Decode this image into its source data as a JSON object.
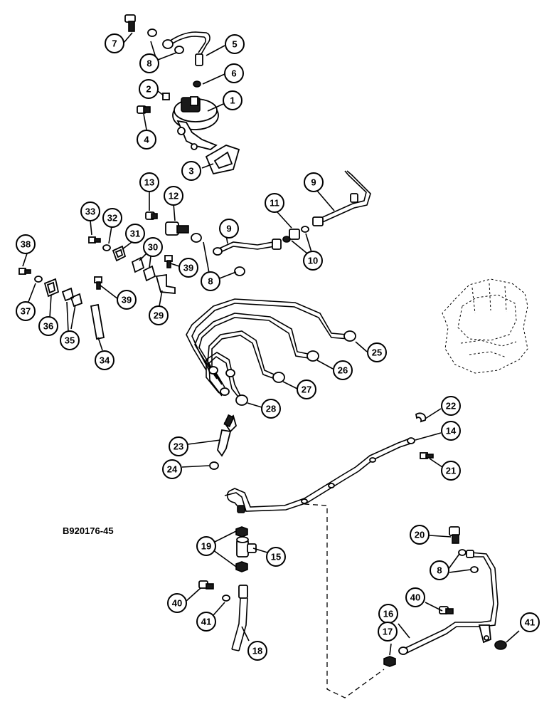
{
  "diagram_code": "B920176-45",
  "callouts": [
    "7",
    "8",
    "5",
    "6",
    "2",
    "1",
    "4",
    "3",
    "13",
    "12",
    "9",
    "11",
    "33",
    "32",
    "31",
    "30",
    "10",
    "38",
    "39",
    "8",
    "37",
    "36",
    "35",
    "39",
    "29",
    "34",
    "25",
    "26",
    "27",
    "28",
    "22",
    "14",
    "23",
    "21",
    "24",
    "20",
    "19",
    "15",
    "8",
    "40",
    "41",
    "40",
    "16",
    "41",
    "17",
    "18"
  ]
}
